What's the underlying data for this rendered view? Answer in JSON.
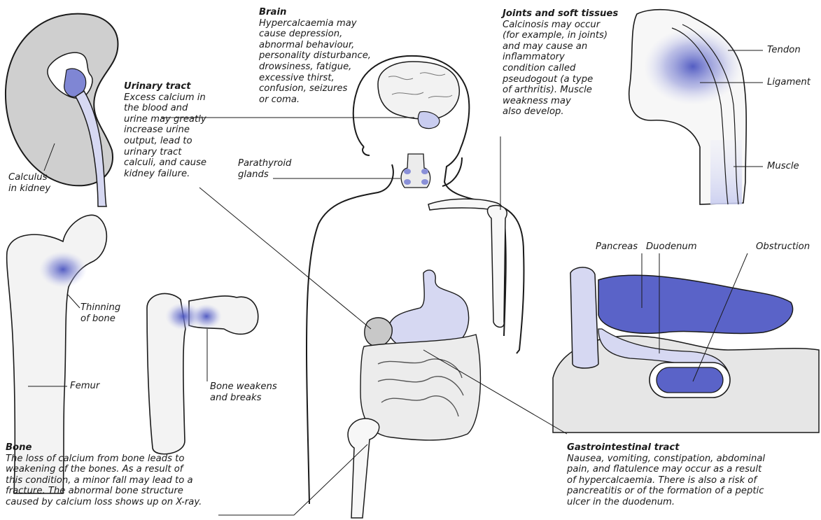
{
  "colors": {
    "highlight": "#5a63c8",
    "highlight_light": "#c9cdf0",
    "organ_fill": "#dcdcdc",
    "line": "#1a1a1a"
  },
  "captions": {
    "brain": {
      "title": "Brain",
      "body": "Hypercalcaemia may\ncause depression,\nabnormal behaviour,\npersonality disturbance,\ndrowsiness, fatigue,\nexcessive thirst,\nconfusion, seizures\nor coma."
    },
    "urinary": {
      "title": "Urinary tract",
      "body": "Excess calcium in\nthe blood and\nurine may greatly\nincrease urine\noutput, lead to\nurinary tract\ncalculi, and cause\nkidney failure."
    },
    "joints": {
      "title": "Joints and soft tissues",
      "body": "Calcinosis may occur\n(for example, in joints)\nand may cause an\ninflammatory\ncondition called\npseudogout (a type\nof arthritis). Muscle\nweakness may\nalso develop."
    },
    "bone": {
      "title": "Bone",
      "body": "The loss of calcium from bone leads to\nweakening of the bones. As a result of\nthis condition, a minor fall may lead to a\nfracture. The abnormal bone structure\ncaused by calcium loss shows up on X-ray."
    },
    "gi": {
      "title": "Gastrointestinal tract",
      "body": "Nausea, vomiting, constipation, abdominal\npain, and flatulence may occur as a result\nof hypercalcaemia. There is also a risk of\npancreatitis or of the formation of a peptic\nulcer in the duodenum."
    }
  },
  "labels": {
    "calculus": "Calculus\nin kidney",
    "parathyroid": "Parathyroid\nglands",
    "tendon": "Tendon",
    "ligament": "Ligament",
    "muscle": "Muscle",
    "thinning": "Thinning\nof bone",
    "femur": "Femur",
    "bone_weakens": "Bone weakens\nand breaks",
    "pancreas": "Pancreas",
    "duodenum": "Duodenum",
    "obstruction": "Obstruction"
  }
}
